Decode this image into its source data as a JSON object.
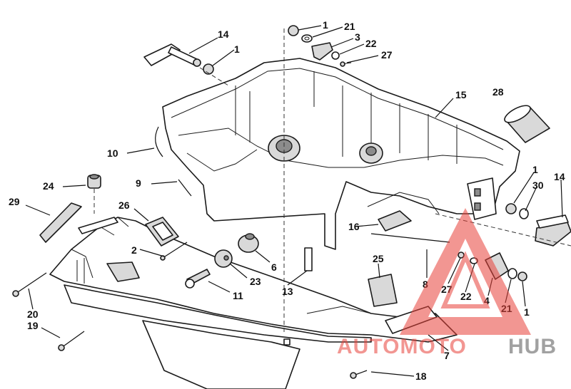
{
  "watermark": {
    "brand_prefix": "AUTOMOTO",
    "brand_suffix": "HUB",
    "accent_color": "#e8423a",
    "secondary_color": "#555555"
  },
  "callouts": [
    {
      "id": "c14a",
      "label": "14"
    },
    {
      "id": "c1a",
      "label": "1"
    },
    {
      "id": "c1b",
      "label": "1"
    },
    {
      "id": "c21a",
      "label": "21"
    },
    {
      "id": "c3",
      "label": "3"
    },
    {
      "id": "c22a",
      "label": "22"
    },
    {
      "id": "c27a",
      "label": "27"
    },
    {
      "id": "c15",
      "label": "15"
    },
    {
      "id": "c28",
      "label": "28"
    },
    {
      "id": "c10",
      "label": "10"
    },
    {
      "id": "c9",
      "label": "9"
    },
    {
      "id": "c24",
      "label": "24"
    },
    {
      "id": "c29",
      "label": "29"
    },
    {
      "id": "c26",
      "label": "26"
    },
    {
      "id": "c2",
      "label": "2"
    },
    {
      "id": "c6",
      "label": "6"
    },
    {
      "id": "c23",
      "label": "23"
    },
    {
      "id": "c13",
      "label": "13"
    },
    {
      "id": "c11",
      "label": "11"
    },
    {
      "id": "c16",
      "label": "16"
    },
    {
      "id": "c25",
      "label": "25"
    },
    {
      "id": "c8",
      "label": "8"
    },
    {
      "id": "c27b",
      "label": "27"
    },
    {
      "id": "c22b",
      "label": "22"
    },
    {
      "id": "c4",
      "label": "4"
    },
    {
      "id": "c21b",
      "label": "21"
    },
    {
      "id": "c1c",
      "label": "1"
    },
    {
      "id": "c1d",
      "label": "1"
    },
    {
      "id": "c30",
      "label": "30"
    },
    {
      "id": "c14b",
      "label": "14"
    },
    {
      "id": "c20",
      "label": "20"
    },
    {
      "id": "c19",
      "label": "19"
    },
    {
      "id": "c7",
      "label": "7"
    },
    {
      "id": "c18",
      "label": "18"
    }
  ]
}
